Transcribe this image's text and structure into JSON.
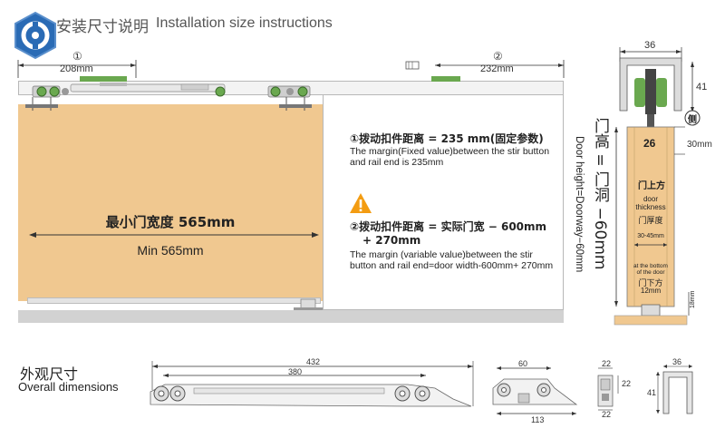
{
  "header": {
    "title_cn": "安装尺寸说明",
    "title_en": "Installation size instructions"
  },
  "top_dims": {
    "d1_index": "①",
    "d1_value": "208mm",
    "d2_index": "②",
    "d2_value": "232mm"
  },
  "door": {
    "min_width_cn": "最小门宽度 565mm",
    "min_width_en": "Min 565mm"
  },
  "notes": {
    "n1_cn": "①拨动扣件距离 = 235 mm(固定参数)",
    "n1_en": "The margin(Fixed value)between the stir button and rail end is 235mm",
    "n2_cn_line1": "②拨动扣件距离 = 实际门宽 − 600mm",
    "n2_cn_line2": "+ 270mm",
    "n2_en": "The margin (variable value)between the stir button and rail end=door width-600mm+ 270mm"
  },
  "side_view": {
    "door_height_cn": "门高 = 门洞 −60mm",
    "door_height_en": "Door height=Doorway−60mm",
    "width_top": "36",
    "height_top": "41",
    "side_badge": "侧",
    "width_26": "26",
    "range_30mm": "30mm",
    "door_top_cn": "门上方",
    "door_thickness_en": "door thickness",
    "door_thickness_cn": "门厚度",
    "thickness_range": "30-45mm",
    "bottom_en": "at the bottom of the door",
    "bottom_cn": "门下方",
    "bottom_mm": "12mm",
    "bottom_vertical": "18mm"
  },
  "overall": {
    "title_cn": "外观尺寸",
    "title_en": "Overall dimensions",
    "dim_432": "432",
    "dim_380": "380",
    "dim_60": "60",
    "dim_113": "113",
    "dim_22a": "22",
    "dim_22b": "22",
    "dim_22c": "22",
    "dim_36": "36",
    "dim_41": "41"
  },
  "colors": {
    "door": "#f0c890",
    "green": "#6aa84f",
    "warning": "#f39c12",
    "logo_blue": "#2a6bb5"
  }
}
